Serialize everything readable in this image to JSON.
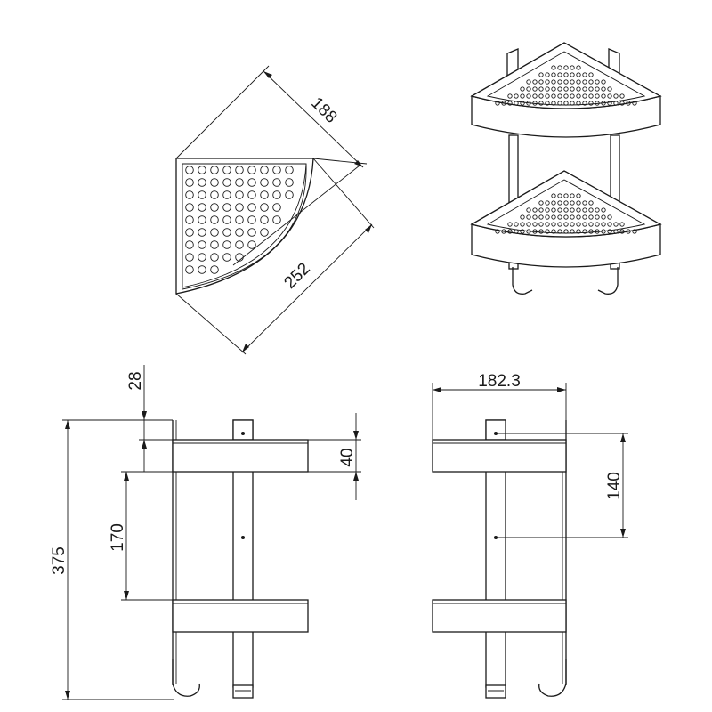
{
  "top_view": {
    "depth_label": "188",
    "diagonal_label": "252"
  },
  "side_view": {
    "rim_label": "28",
    "shelf_height_label": "40",
    "shelf_gap_label": "170",
    "total_height_label": "375"
  },
  "front_view": {
    "width_label": "182.3",
    "mount_hole_spacing_label": "140"
  },
  "colors": {
    "line": "#1a1a1a",
    "background": "#ffffff",
    "shelf_fill": "#e8e8e8"
  }
}
